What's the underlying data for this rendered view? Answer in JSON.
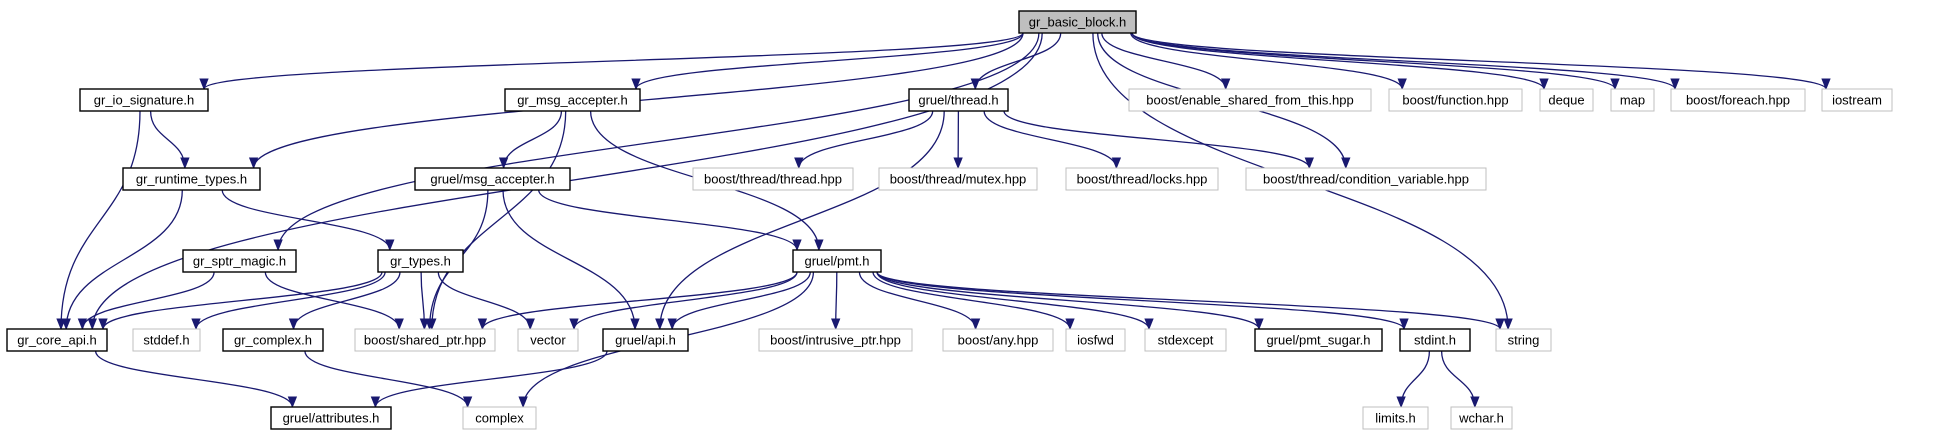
{
  "colors": {
    "edge": "#191970",
    "current_fill": "#bfbfbf",
    "external_border": "#bfbfbf",
    "node_border": "#000000"
  },
  "nodes": {
    "gr_basic_block": "gr_basic_block.h",
    "gr_io_signature": "gr_io_signature.h",
    "gr_runtime_types": "gr_runtime_types.h",
    "gr_sptr_magic": "gr_sptr_magic.h",
    "gr_core_api": "gr_core_api.h",
    "stddef": "stddef.h",
    "gr_types": "gr_types.h",
    "gr_complex": "gr_complex.h",
    "gr_msg_accepter": "gr_msg_accepter.h",
    "gruel_msg_accepter": "gruel/msg_accepter.h",
    "gruel_thread": "gruel/thread.h",
    "gruel_pmt": "gruel/pmt.h",
    "gruel_attributes": "gruel/attributes.h",
    "complex": "complex",
    "boost_shared_ptr": "boost/shared_ptr.hpp",
    "vector": "vector",
    "gruel_api": "gruel/api.h",
    "boost_intrusive_ptr": "boost/intrusive_ptr.hpp",
    "boost_any": "boost/any.hpp",
    "iosfwd": "iosfwd",
    "stdexcept": "stdexcept",
    "gruel_pmt_sugar": "gruel/pmt_sugar.h",
    "stdint": "stdint.h",
    "string": "string",
    "limits": "limits.h",
    "wchar": "wchar.h",
    "boost_thread_thread": "boost/thread/thread.hpp",
    "boost_thread_mutex": "boost/thread/mutex.hpp",
    "boost_thread_locks": "boost/thread/locks.hpp",
    "boost_thread_cv": "boost/thread/condition_variable.hpp",
    "boost_enable_shared": "boost/enable_shared_from_this.hpp",
    "boost_function": "boost/function.hpp",
    "deque": "deque",
    "map": "map",
    "boost_foreach": "boost/foreach.hpp",
    "iostream": "iostream"
  }
}
